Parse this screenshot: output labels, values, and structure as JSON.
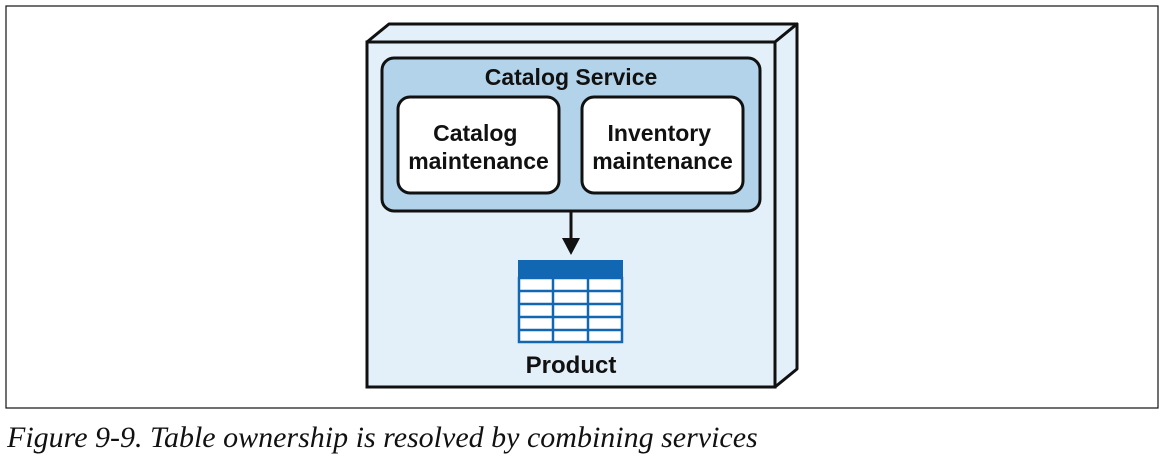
{
  "diagram": {
    "service_title": "Catalog Service",
    "component_left": [
      "Catalog",
      "maintenance"
    ],
    "component_right": [
      "Inventory",
      "maintenance"
    ],
    "table_label": "Product"
  },
  "caption": "Figure 9-9. Table ownership is resolved by combining services",
  "colors": {
    "outer_box_fill": "#e3f0f9",
    "service_fill": "#b3d3ea",
    "component_fill": "#ffffff",
    "table_header": "#1267b3",
    "table_grid": "#1267b3",
    "stroke": "#111111"
  }
}
